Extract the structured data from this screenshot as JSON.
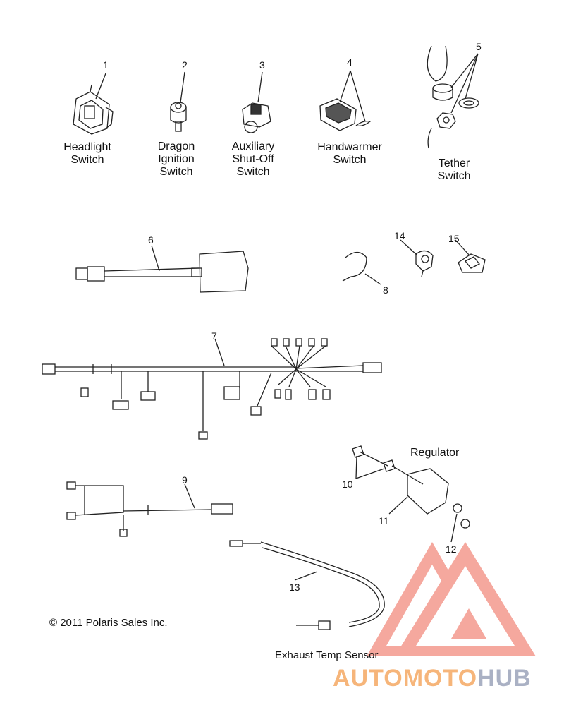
{
  "callouts": [
    "1",
    "2",
    "3",
    "4",
    "5",
    "6",
    "7",
    "8",
    "9",
    "10",
    "11",
    "12",
    "13",
    "14",
    "15"
  ],
  "parts": {
    "headlight": [
      "Headlight",
      "Switch"
    ],
    "dragon": [
      "Dragon",
      "Ignition",
      "Switch"
    ],
    "auxiliary": [
      "Auxiliary",
      "Shut-Off",
      "Switch"
    ],
    "handwarmer": [
      "Handwarmer",
      "Switch"
    ],
    "tether": [
      "Tether",
      "Switch"
    ]
  },
  "regulator_label": "Regulator",
  "sensor_label": "Exhaust Temp Sensor",
  "copyright": "© 2011 Polaris Sales Inc.",
  "watermark": {
    "part1": "AUTOMOTO",
    "part2": "HUB",
    "color1": "#f6b57a",
    "color2": "#aab1c4"
  }
}
